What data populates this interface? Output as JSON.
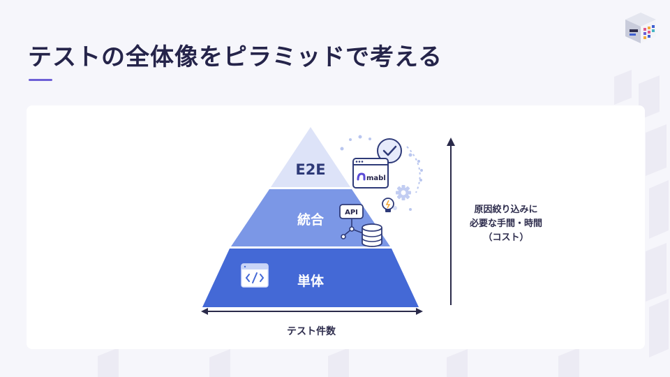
{
  "slide": {
    "title": "テストの全体像をピラミッドで考える"
  },
  "pyramid": {
    "levels": [
      {
        "label": "E2E",
        "color": "#dde3f8"
      },
      {
        "label": "統合",
        "color": "#7b97e6"
      },
      {
        "label": "単体",
        "color": "#4469d6"
      }
    ],
    "tool_card_label": "mabl",
    "api_badge_label": "API",
    "x_axis_label": "テスト件数",
    "y_axis_label_lines": [
      "原因絞り込みに",
      "必要な手間・時間",
      "（コスト）"
    ]
  },
  "colors": {
    "accent": "#6d5fd6",
    "title_text": "#25244a",
    "arrow": "#2a2a4a",
    "background": "#f6f6fb"
  }
}
